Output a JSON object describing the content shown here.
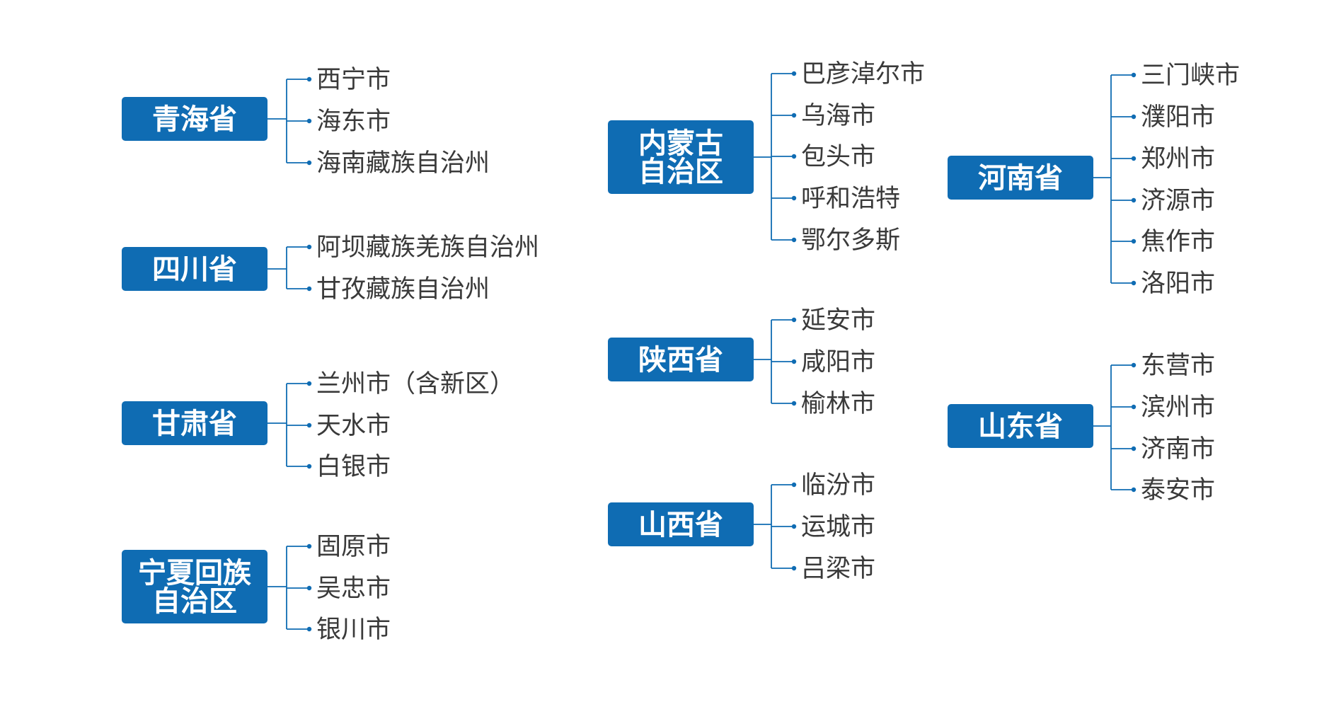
{
  "groups": [
    {
      "province": [
        "青海省"
      ],
      "cities": [
        "西宁市",
        "海东市",
        "海南藏族自治州"
      ]
    },
    {
      "province": [
        "四川省"
      ],
      "cities": [
        "阿坝藏族羌族自治州",
        "甘孜藏族自治州"
      ]
    },
    {
      "province": [
        "甘肃省"
      ],
      "cities": [
        "兰州市（含新区）",
        "天水市",
        "白银市"
      ]
    },
    {
      "province": [
        "宁夏回族",
        "自治区"
      ],
      "cities": [
        "固原市",
        "吴忠市",
        "银川市"
      ]
    },
    {
      "province": [
        "内蒙古",
        "自治区"
      ],
      "cities": [
        "巴彦淖尔市",
        "乌海市",
        "包头市",
        "呼和浩特",
        "鄂尔多斯"
      ]
    },
    {
      "province": [
        "陕西省"
      ],
      "cities": [
        "延安市",
        "咸阳市",
        "榆林市"
      ]
    },
    {
      "province": [
        "山西省"
      ],
      "cities": [
        "临汾市",
        "运城市",
        "吕梁市"
      ]
    },
    {
      "province": [
        "河南省"
      ],
      "cities": [
        "三门峡市",
        "濮阳市",
        "郑州市",
        "济源市",
        "焦作市",
        "洛阳市"
      ]
    },
    {
      "province": [
        "山东省"
      ],
      "cities": [
        "东营市",
        "滨州市",
        "济南市",
        "泰安市"
      ]
    }
  ],
  "colors": {
    "box": "#0f6cb3",
    "box_text": "#ffffff",
    "connector": "#0f6cb3",
    "city_text": "#3a3a3a"
  }
}
